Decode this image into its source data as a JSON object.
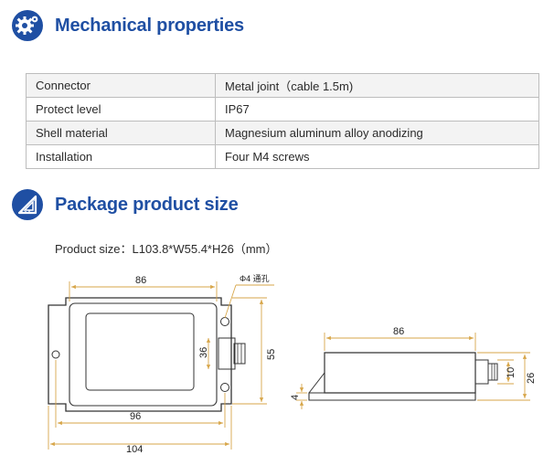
{
  "mechanical": {
    "title": "Mechanical properties",
    "icon": "gear-icon",
    "rows": [
      {
        "label": "Connector",
        "value": "Metal joint（cable 1.5m)"
      },
      {
        "label": "Protect level",
        "value": "IP67"
      },
      {
        "label": "Shell material",
        "value": "Magnesium aluminum alloy anodizing"
      },
      {
        "label": "Installation",
        "value": "Four M4 screws"
      }
    ]
  },
  "package": {
    "title": "Package product size",
    "icon": "ruler-triangle-icon",
    "size_text": "Product size：L103.8*W55.4*H26（mm）"
  },
  "drawing": {
    "top_view": {
      "dim_width_top": "86",
      "hole_label": "Φ4 通孔",
      "dim_inner_height": "36",
      "dim_height": "55",
      "dim_hole_spacing": "96",
      "dim_total_width": "104"
    },
    "side_view": {
      "dim_width_top": "86",
      "dim_height_small": "10",
      "dim_height": "26",
      "dim_base": "4"
    }
  },
  "colors": {
    "title_blue": "#1f4fa3",
    "dimension_line": "#d7a64a",
    "outline": "#333333"
  }
}
